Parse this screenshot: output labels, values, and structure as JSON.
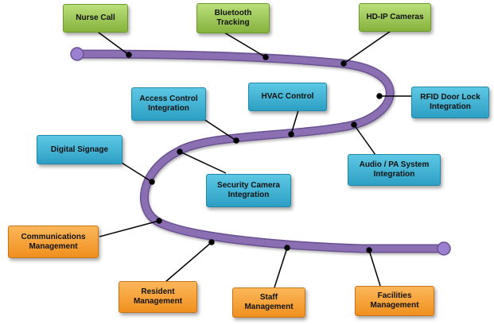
{
  "diagram": {
    "nodes": {
      "nurse_call": "Nurse Call",
      "bluetooth_tracking": "Bluetooth\nTracking",
      "hd_ip_cameras": "HD-IP Cameras",
      "rfid_door_lock": "RFID Door Lock\nIntegration",
      "hvac_control": "HVAC Control",
      "access_control": "Access Control\nIntegration",
      "digital_signage": "Digital Signage",
      "audio_pa_system": "Audio / PA System\nIntegration",
      "security_camera": "Security Camera\nIntegration",
      "communications_management": "Communications\nManagement",
      "resident_management": "Resident\nManagement",
      "staff_management": "Staff\nManagement",
      "facilities_management": "Facilities\nManagement"
    },
    "colors": {
      "path": "#8a6fb3",
      "path_edge": "#6a5191",
      "endpoint": "#9b7fd0",
      "connector": "#000000",
      "green_group": "#9acb55",
      "blue_group": "#3bb3d8",
      "orange_group": "#f5a030"
    }
  }
}
